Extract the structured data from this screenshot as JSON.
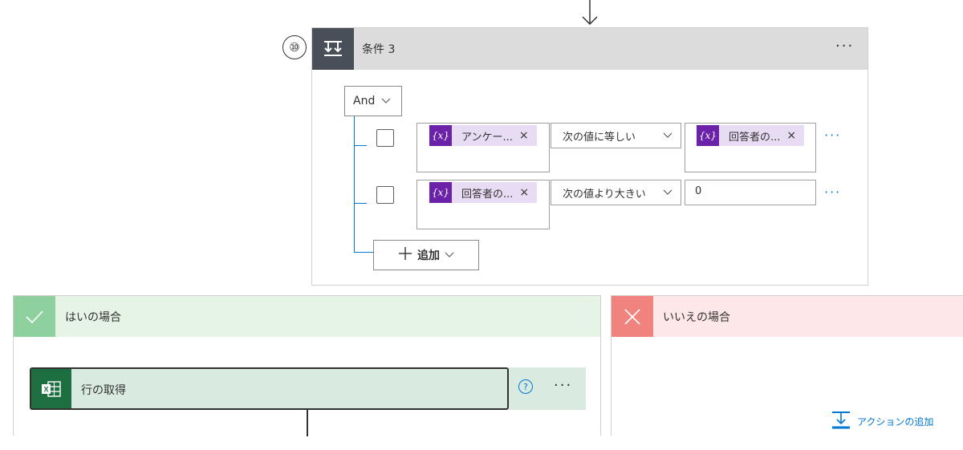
{
  "step_number": "⑩",
  "condition": {
    "title": "条件 3",
    "more": "···",
    "group_operator": "And",
    "rows": [
      {
        "left_token": "アンケー...",
        "operator": "次の値に等しい",
        "right_token": "回答者の...",
        "more": "···"
      },
      {
        "left_token": "回答者の...",
        "operator": "次の値より大きい",
        "right_value": "0",
        "more": "···"
      }
    ],
    "token_icon": "{x}",
    "token_remove": "×",
    "add_label": "追加"
  },
  "yes_branch": {
    "title": "はいの場合",
    "action": {
      "title": "行の取得",
      "icon": "excel-icon",
      "help": "?",
      "more": "···"
    }
  },
  "no_branch": {
    "title": "いいえの場合",
    "add_action_label": "アクションの追加"
  },
  "colors": {
    "condition_icon_bg": "#484f58",
    "yes_header_bg": "#e6f4e6",
    "no_header_bg": "#fde7e9",
    "token_purple": "#6b21a8",
    "link_blue": "#0078d4",
    "excel_green": "#1d6f42"
  }
}
